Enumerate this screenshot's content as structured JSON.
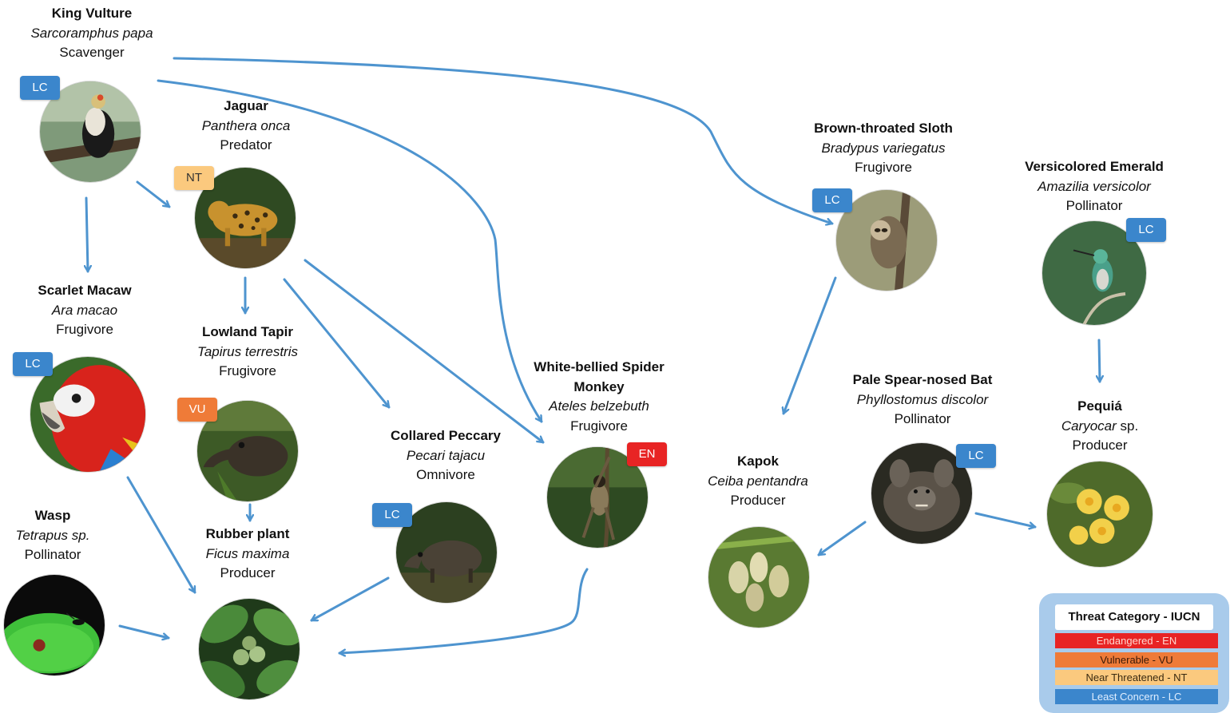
{
  "colors": {
    "arrow": "#4e94cf",
    "EN": "#e82424",
    "VU": "#ef7b38",
    "NT": "#fbc97e",
    "LC": "#3b86cc"
  },
  "species": {
    "king_vulture": {
      "common": "King Vulture",
      "scientific": "Sarcoramphus papa",
      "role": "Scavenger",
      "status": "LC"
    },
    "jaguar": {
      "common": "Jaguar",
      "scientific": "Panthera onca",
      "role": "Predator",
      "status": "NT"
    },
    "scarlet_macaw": {
      "common": "Scarlet Macaw",
      "scientific": "Ara macao",
      "role": "Frugivore",
      "status": "LC"
    },
    "lowland_tapir": {
      "common": "Lowland Tapir",
      "scientific": "Tapirus terrestris",
      "role": "Frugivore",
      "status": "VU"
    },
    "wasp": {
      "common": "Wasp",
      "scientific": "Tetrapus sp.",
      "role": "Pollinator"
    },
    "rubber_plant": {
      "common": "Rubber plant",
      "scientific": "Ficus maxima",
      "role": "Producer"
    },
    "collared_peccary": {
      "common": "Collared Peccary",
      "scientific": "Pecari tajacu",
      "role": "Omnivore",
      "status": "LC"
    },
    "spider_monkey": {
      "common_line1": "White-bellied Spider",
      "common_line2": "Monkey",
      "scientific": "Ateles belzebuth",
      "role": "Frugivore",
      "status": "EN"
    },
    "sloth": {
      "common": "Brown-throated Sloth",
      "scientific": "Bradypus variegatus",
      "role": "Frugivore",
      "status": "LC"
    },
    "emerald": {
      "common": "Versicolored Emerald",
      "scientific": "Amazilia versicolor",
      "role": "Pollinator",
      "status": "LC"
    },
    "kapok": {
      "common": "Kapok",
      "scientific": "Ceiba pentandra",
      "role": "Producer"
    },
    "bat": {
      "common": "Pale Spear-nosed Bat",
      "scientific": "Phyllostomus discolor",
      "role": "Pollinator",
      "status": "LC"
    },
    "pequia": {
      "common": "Pequiá",
      "scientific_genus": "Caryocar",
      "scientific_suffix": " sp.",
      "role": "Producer"
    }
  },
  "legend": {
    "title": "Threat Category - IUCN",
    "items": [
      {
        "label": "Endangered - EN",
        "code": "EN"
      },
      {
        "label": "Vulnerable - VU",
        "code": "VU"
      },
      {
        "label": "Near Threatened - NT",
        "code": "NT"
      },
      {
        "label": "Least Concern - LC",
        "code": "LC"
      }
    ]
  }
}
